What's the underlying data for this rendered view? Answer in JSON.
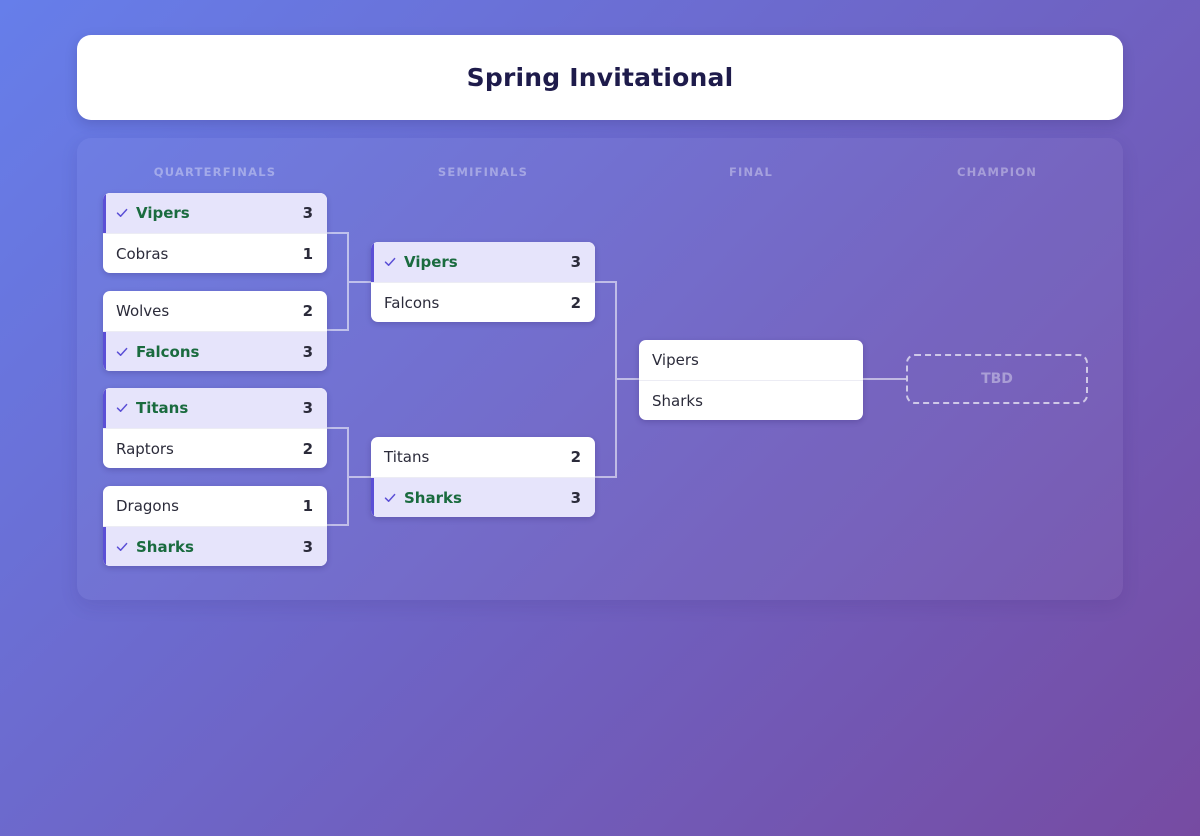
{
  "title": "Spring Invitational",
  "rounds": [
    "QUARTERFINALS",
    "SEMIFINALS",
    "FINAL",
    "CHAMPION"
  ],
  "quarterfinals": [
    {
      "teams": [
        {
          "name": "Vipers",
          "score": "3",
          "winner": true
        },
        {
          "name": "Cobras",
          "score": "1",
          "winner": false
        }
      ]
    },
    {
      "teams": [
        {
          "name": "Wolves",
          "score": "2",
          "winner": false
        },
        {
          "name": "Falcons",
          "score": "3",
          "winner": true
        }
      ]
    },
    {
      "teams": [
        {
          "name": "Titans",
          "score": "3",
          "winner": true
        },
        {
          "name": "Raptors",
          "score": "2",
          "winner": false
        }
      ]
    },
    {
      "teams": [
        {
          "name": "Dragons",
          "score": "1",
          "winner": false
        },
        {
          "name": "Sharks",
          "score": "3",
          "winner": true
        }
      ]
    }
  ],
  "semifinals": [
    {
      "teams": [
        {
          "name": "Vipers",
          "score": "3",
          "winner": true
        },
        {
          "name": "Falcons",
          "score": "2",
          "winner": false
        }
      ]
    },
    {
      "teams": [
        {
          "name": "Titans",
          "score": "2",
          "winner": false
        },
        {
          "name": "Sharks",
          "score": "3",
          "winner": true
        }
      ]
    }
  ],
  "final": {
    "teams": [
      {
        "name": "Vipers",
        "score": "",
        "winner": false
      },
      {
        "name": "Sharks",
        "score": "",
        "winner": false
      }
    ]
  },
  "champion": "TBD",
  "icons": {
    "winner_marker": "check-icon"
  },
  "colors": {
    "accent": "#5b4fd6",
    "winner_text": "#1a6b3f",
    "winner_bg": "#e6e4fb"
  }
}
